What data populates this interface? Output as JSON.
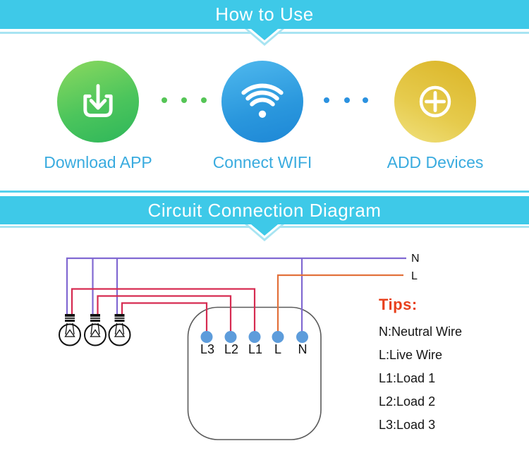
{
  "colors": {
    "banner_cyan": "#3ec9e8",
    "banner_underline": "#a8e4f2",
    "step_label_blue": "#39abdf",
    "download_green": "#2db65a",
    "wifi_blue": "#1d87d6",
    "add_gold": "#dcb72b",
    "wire_neutral_purple": "#8169d2",
    "wire_live_orange": "#e2713b",
    "wire_load_red": "#d62b51",
    "terminal_blue": "#5d9cdb",
    "tips_title_red": "#e8401c"
  },
  "how_section": {
    "banner_title": "How to Use",
    "steps": [
      {
        "icon": "download-icon",
        "label": "Download APP"
      },
      {
        "icon": "wifi-icon",
        "label": "Connect WIFI"
      },
      {
        "icon": "add-icon",
        "label": "ADD Devices"
      }
    ]
  },
  "circuit_section": {
    "banner_title": "Circuit Connection Diagram",
    "supply_labels": {
      "neutral": "N",
      "live": "L"
    },
    "device_terminals": [
      "L3",
      "L2",
      "L1",
      "L",
      "N"
    ],
    "tips": {
      "title": "Tips:",
      "items": [
        "N:Neutral Wire",
        "L:Live Wire",
        "L1:Load 1",
        "L2:Load 2",
        "L3:Load 3"
      ]
    }
  }
}
